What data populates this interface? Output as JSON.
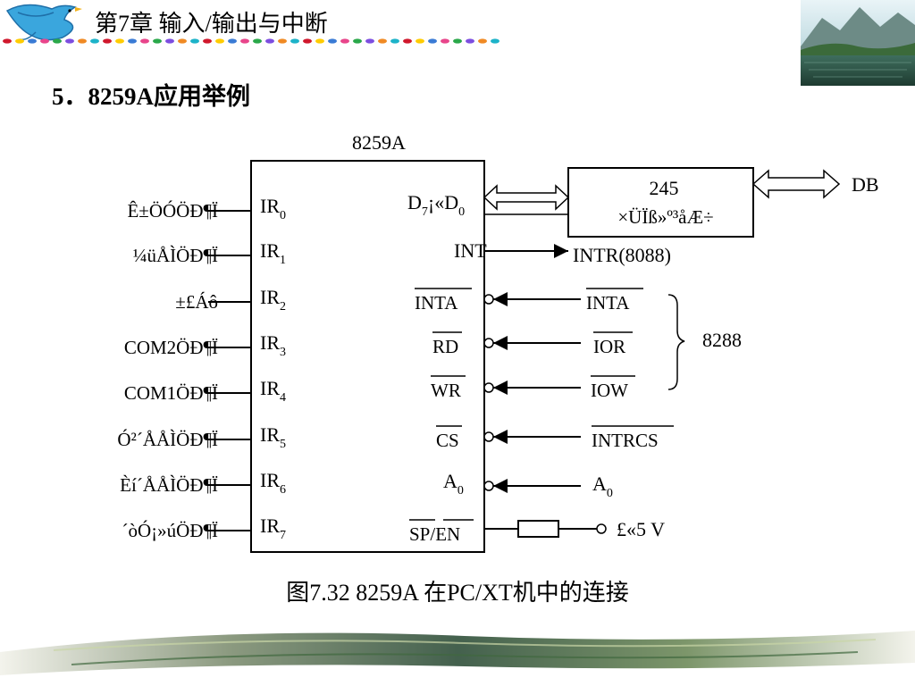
{
  "header": {
    "chapter_title": "第7章 输入/输出与中断",
    "dot_colors": [
      "#d0182d",
      "#ffcc00",
      "#3a7bd5",
      "#e8458b",
      "#2aa84a",
      "#7d4ee0",
      "#f08a24",
      "#1db3c9"
    ]
  },
  "section_title": "5．8259A应用举例",
  "diagram": {
    "chip_label": "8259A",
    "left_pins": [
      {
        "pin": "IR",
        "sub": "0",
        "source": "Ê±ÖÓÖÐ¶Ï"
      },
      {
        "pin": "IR",
        "sub": "1",
        "source": "¼üÅÌÖÐ¶Ï"
      },
      {
        "pin": "IR",
        "sub": "2",
        "source": "±£Áô"
      },
      {
        "pin": "IR",
        "sub": "3",
        "source": "COM2ÖÐ¶Ï"
      },
      {
        "pin": "IR",
        "sub": "4",
        "source": "COM1ÖÐ¶Ï"
      },
      {
        "pin": "IR",
        "sub": "5",
        "source": "Ó²´ÅÅÌÖÐ¶Ï"
      },
      {
        "pin": "IR",
        "sub": "6",
        "source": "Èí´ÅÅÌÖÐ¶Ï"
      },
      {
        "pin": "IR",
        "sub": "7",
        "source": "´òÓ¡»úÖÐ¶Ï"
      }
    ],
    "data_pin": {
      "d7": "D",
      "d7_sub": "7",
      "sep": "¡«",
      "d0": "D",
      "d0_sub": "0"
    },
    "int_pin": "INT",
    "inta_pin": "INTA",
    "rd_pin": "RD",
    "wr_pin": "WR",
    "cs_pin": "CS",
    "a0_pin": {
      "label": "A",
      "sub": "0"
    },
    "sp_en_pin": {
      "sp": "SP",
      "sep": "/",
      "en": "EN"
    },
    "buffer_box": {
      "line1": "245",
      "line2": "×ÜÏß»º³åÆ÷"
    },
    "db_label": "DB",
    "intr_label": "INTR(8088)",
    "inta_ext": "INTA",
    "ior_ext": "IOR",
    "iow_ext": "IOW",
    "bracket_label": "8288",
    "intrcs_ext": "INTRCS",
    "a0_ext": {
      "label": "A",
      "sub": "0"
    },
    "vcc_label": "£«5 V"
  },
  "caption": "图7.32  8259A 在PC/XT机中的连接"
}
